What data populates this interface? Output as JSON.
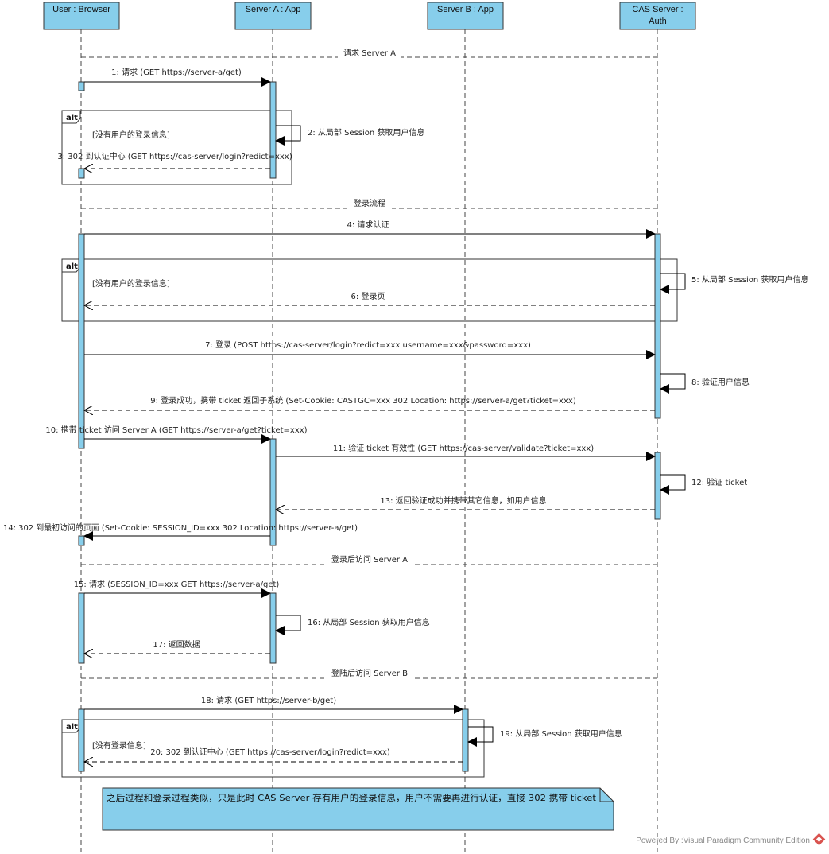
{
  "participants": [
    {
      "id": "user",
      "label_lines": [
        "User : Browser"
      ]
    },
    {
      "id": "sa",
      "label_lines": [
        "Server A : App"
      ]
    },
    {
      "id": "sb",
      "label_lines": [
        "Server B : App"
      ]
    },
    {
      "id": "cas",
      "label_lines": [
        "CAS Server :",
        "Auth"
      ]
    }
  ],
  "dividers": [
    {
      "label": "请求 Server A"
    },
    {
      "label": "登录流程"
    },
    {
      "label": "登录后访问 Server A"
    },
    {
      "label": "登陆后访问 Server B"
    }
  ],
  "messages": [
    {
      "label": "1: 请求 (GET https://server-a/get)",
      "from": "user",
      "to": "sa",
      "kind": "sync"
    },
    {
      "label": "2: 从局部 Session 获取用户信息",
      "from": "sa",
      "to": "sa",
      "kind": "self"
    },
    {
      "label": "3: 302 到认证中心 (GET https://cas-server/login?redict=xxx)",
      "from": "sa",
      "to": "user",
      "kind": "return"
    },
    {
      "label": "4: 请求认证",
      "from": "user",
      "to": "cas",
      "kind": "sync"
    },
    {
      "label": "5: 从局部 Session 获取用户信息",
      "from": "cas",
      "to": "cas",
      "kind": "self"
    },
    {
      "label": "6: 登录页",
      "from": "cas",
      "to": "user",
      "kind": "return"
    },
    {
      "label": "7: 登录 (POST https://cas-server/login?redict=xxx   username=xxx&password=xxx)",
      "from": "user",
      "to": "cas",
      "kind": "sync"
    },
    {
      "label": "8: 验证用户信息",
      "from": "cas",
      "to": "cas",
      "kind": "self"
    },
    {
      "label": "9: 登录成功，携带 ticket 返回子系统 (Set-Cookie: CASTGC=xxx   302 Location: https://server-a/get?ticket=xxx)",
      "from": "cas",
      "to": "user",
      "kind": "return"
    },
    {
      "label": "10: 携带 ticket 访问 Server A (GET https://server-a/get?ticket=xxx)",
      "from": "user",
      "to": "sa",
      "kind": "sync"
    },
    {
      "label": "11: 验证 ticket 有效性 (GET https://cas-server/validate?ticket=xxx)",
      "from": "sa",
      "to": "cas",
      "kind": "sync"
    },
    {
      "label": "12: 验证 ticket",
      "from": "cas",
      "to": "cas",
      "kind": "self"
    },
    {
      "label": "13: 返回验证成功并携带其它信息，如用户信息",
      "from": "cas",
      "to": "sa",
      "kind": "return"
    },
    {
      "label": "14: 302 到最初访问的页面 (Set-Cookie: SESSION_ID=xxx   302 Location: https://server-a/get)",
      "from": "sa",
      "to": "user",
      "kind": "sync"
    },
    {
      "label": "15: 请求 (SESSION_ID=xxx GET https://server-a/get)",
      "from": "user",
      "to": "sa",
      "kind": "sync"
    },
    {
      "label": "16: 从局部 Session 获取用户信息",
      "from": "sa",
      "to": "sa",
      "kind": "self"
    },
    {
      "label": "17: 返回数据",
      "from": "sa",
      "to": "user",
      "kind": "return"
    },
    {
      "label": "18: 请求 (GET https://server-b/get)",
      "from": "user",
      "to": "sb",
      "kind": "sync"
    },
    {
      "label": "19: 从局部 Session 获取用户信息",
      "from": "sb",
      "to": "sb",
      "kind": "self"
    },
    {
      "label": "20: 302 到认证中心 (GET https://cas-server/login?redict=xxx)",
      "from": "sb",
      "to": "user",
      "kind": "return"
    }
  ],
  "alt_frames": [
    {
      "keyword": "alt",
      "guard": "[没有用户的登录信息]"
    },
    {
      "keyword": "alt",
      "guard": "[没有用户的登录信息]"
    },
    {
      "keyword": "alt",
      "guard": "[没有登录信息]"
    }
  ],
  "note": {
    "text": "之后过程和登录过程类似，只是此时 CAS Server 存有用户的登录信息，用户不需要再进行认证，直接 302 携带 ticket"
  },
  "footer": {
    "text": "Powered By::Visual Paradigm Community Edition"
  },
  "colors": {
    "box_fill": "#87CEEB",
    "line": "#333333",
    "note_fill": "#87CEEB",
    "logo": "#d9534f"
  }
}
